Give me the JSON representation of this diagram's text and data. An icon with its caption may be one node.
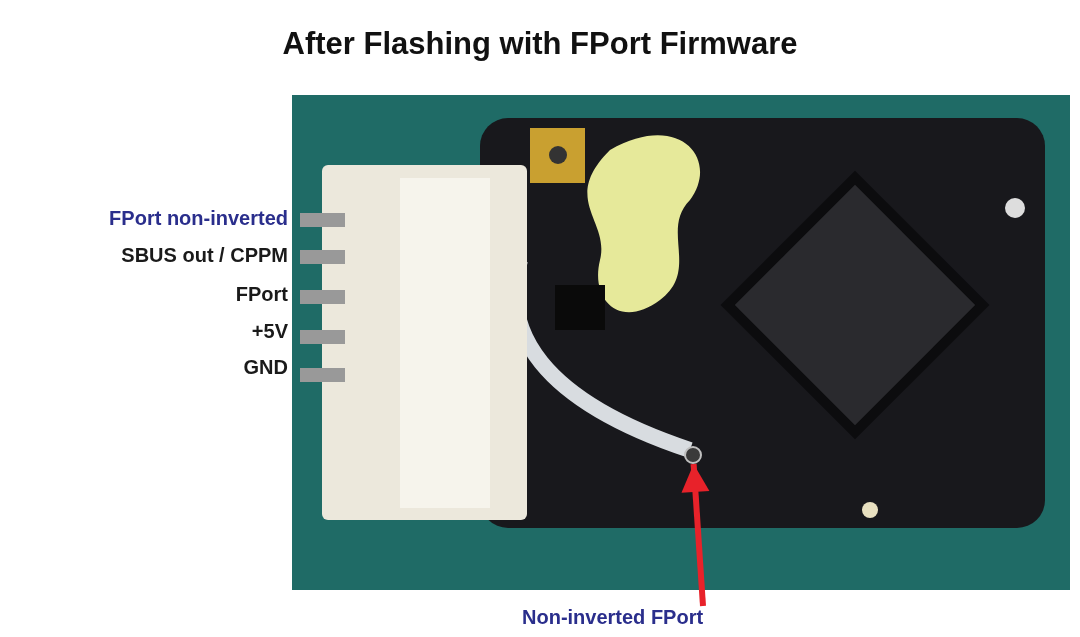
{
  "diagram": {
    "title": "After Flashing with FPort Firmware",
    "nodes": [
      {
        "text": [
          "Non-inverted FPort"
        ]
      },
      {
        "text": [],
        "shape": "circle"
      }
    ],
    "edges": [
      {
        "from": 0,
        "to": 1,
        "arrow": "to",
        "color": "#e8222a"
      }
    ],
    "labels": [
      "FPort non-inverted",
      "SBUS out / CPPM",
      "FPort",
      "+5V",
      "GND"
    ]
  }
}
